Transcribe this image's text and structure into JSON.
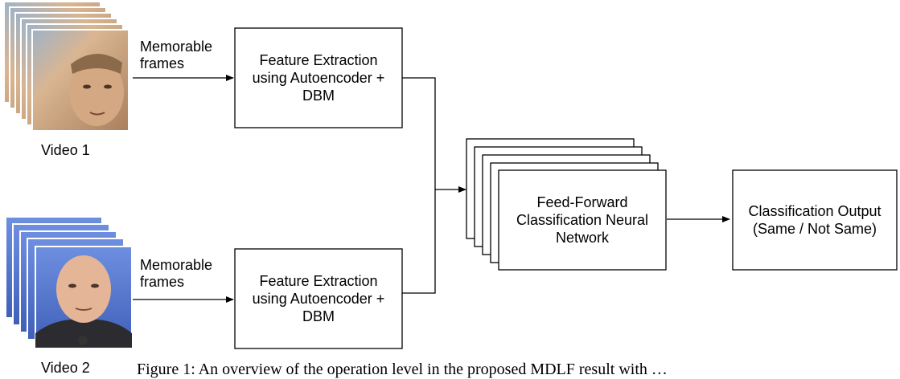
{
  "inputs": [
    {
      "video_label": "Video 1",
      "arrow_label": [
        "Memorable",
        "frames"
      ],
      "feature_box": [
        "Feature Extraction",
        "using Autoencoder +",
        "DBM"
      ]
    },
    {
      "video_label": "Video 2",
      "arrow_label": [
        "Memorable",
        "frames"
      ],
      "feature_box": [
        "Feature Extraction",
        "using Autoencoder +",
        "DBM"
      ]
    }
  ],
  "classifier_box": [
    "Feed-Forward",
    "Classification Neural",
    "Network"
  ],
  "output_box": [
    "Classification Output",
    "(Same / Not Same)"
  ],
  "caption": "Figure 1: An overview of the operation level in the proposed MDLF result with …",
  "colors": {
    "stroke": "#000000",
    "video1_skin": "#c9a27e",
    "video2_bg": "#5d7fd0"
  }
}
